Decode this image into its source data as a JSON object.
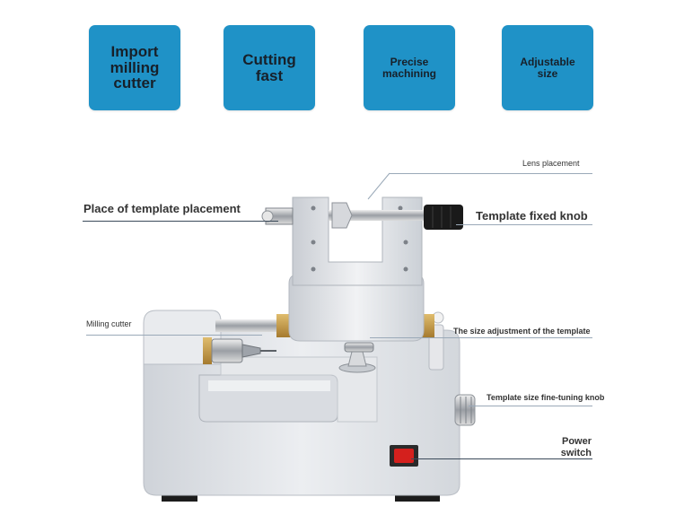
{
  "features": [
    {
      "text": "Import\nmilling\ncutter"
    },
    {
      "text": "Cutting\nfast"
    },
    {
      "text": "Precise\nmachining"
    },
    {
      "text": "Adjustable\nsize"
    }
  ],
  "labels": {
    "lens_placement": "Lens placement",
    "template_placement": "Place of template placement",
    "template_fixed_knob": "Template fixed knob",
    "milling_cutter": "Milling cutter",
    "size_adjustment": "The size adjustment of the template",
    "fine_tuning_knob": "Template size fine-tuning knob",
    "power_switch": "Power\nswitch"
  },
  "colors": {
    "feature_bg": "#1f92c7",
    "machine_body": "#e4e6ea",
    "knob_black": "#1a1a1a",
    "switch_red": "#d4201d",
    "brass": "#c49a4a"
  }
}
